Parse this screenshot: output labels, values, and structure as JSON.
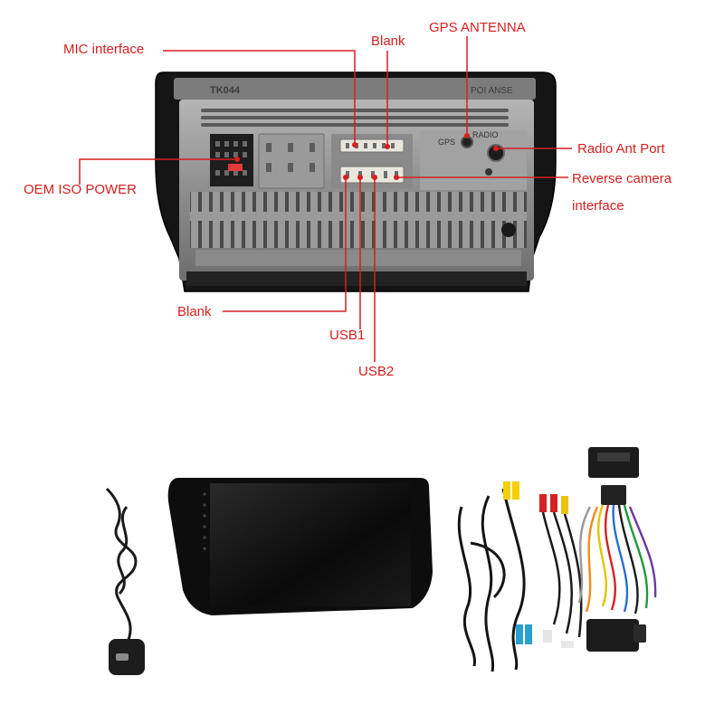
{
  "callouts": {
    "mic_interface": "MIC interface",
    "blank_top": "Blank",
    "gps_antenna": "GPS ANTENNA",
    "radio_ant_port": "Radio Ant Port",
    "reverse_camera_line1": "Reverse camera",
    "reverse_camera_line2": "interface",
    "oem_iso_power": "OEM ISO POWER",
    "blank_bottom": "Blank",
    "usb1": "USB1",
    "usb2": "USB2"
  },
  "unit_markings": {
    "model_code": "TK044",
    "brand_code": "POI ANSE",
    "gps_marking": "GPS",
    "radio_marking": "RADIO"
  },
  "colors": {
    "callout_red": "#d81e1e",
    "frame_black": "#151515",
    "metal_grey": "#8c8c8c"
  }
}
